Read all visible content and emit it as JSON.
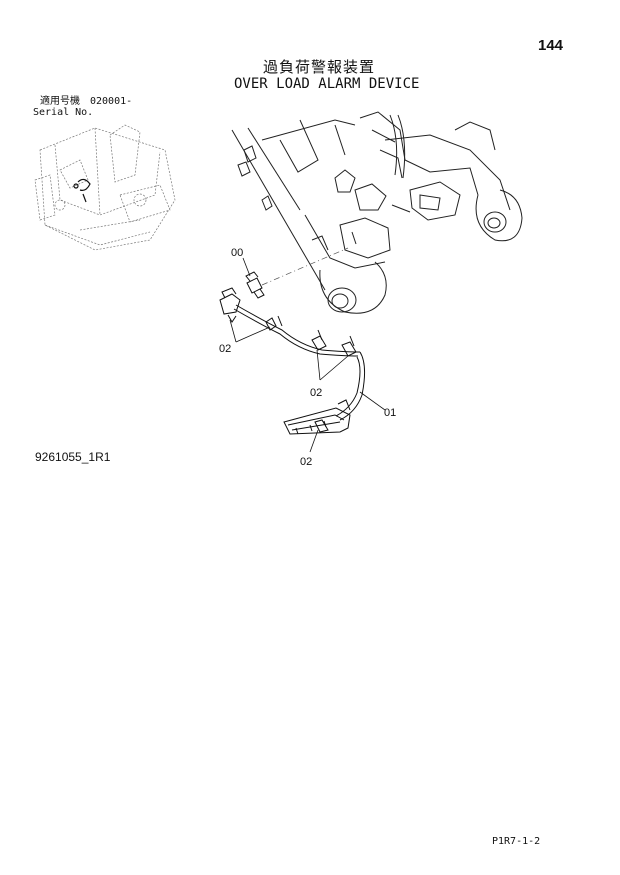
{
  "header": {
    "page_number": "144",
    "title_jp": "過負荷警報装置",
    "title_en": "OVER LOAD ALARM DEVICE"
  },
  "applicability": {
    "label_jp": "適用号機",
    "serial_start": "020001-",
    "label_en": "Serial No."
  },
  "drawing": {
    "id": "9261055_1R1",
    "callouts": {
      "sensor": "00",
      "harness": "01",
      "clip_a": "02",
      "clip_b": "02",
      "clip_c": "02"
    }
  },
  "footer": {
    "code": "P1R7-1-2"
  }
}
